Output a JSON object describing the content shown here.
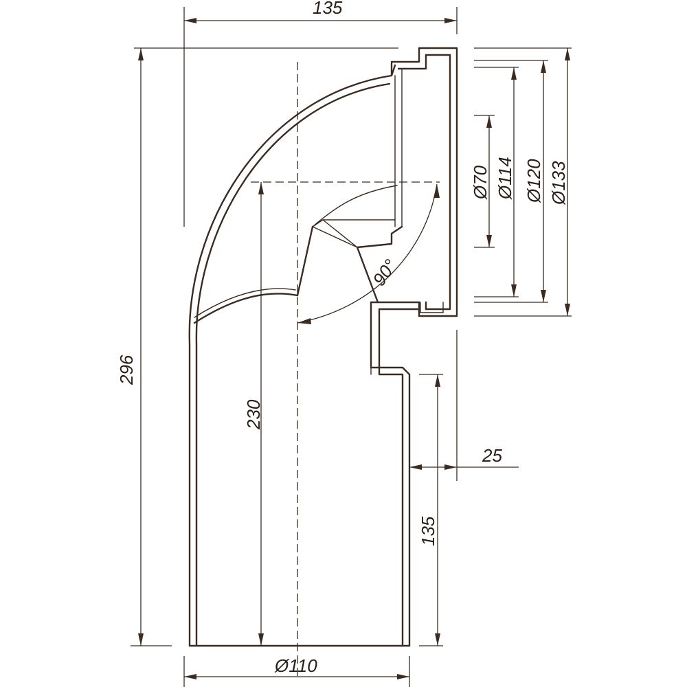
{
  "dimensions": {
    "top_width": "135",
    "total_height": "296",
    "center_height": "230",
    "outlet_offset": "25",
    "spigot_length": "135",
    "spigot_diameter": "Ø110",
    "inner_diameter": "Ø70",
    "bore_diameter": "Ø114",
    "socket_diameter": "Ø120",
    "flange_diameter": "Ø133",
    "bend_angle": "90°"
  }
}
